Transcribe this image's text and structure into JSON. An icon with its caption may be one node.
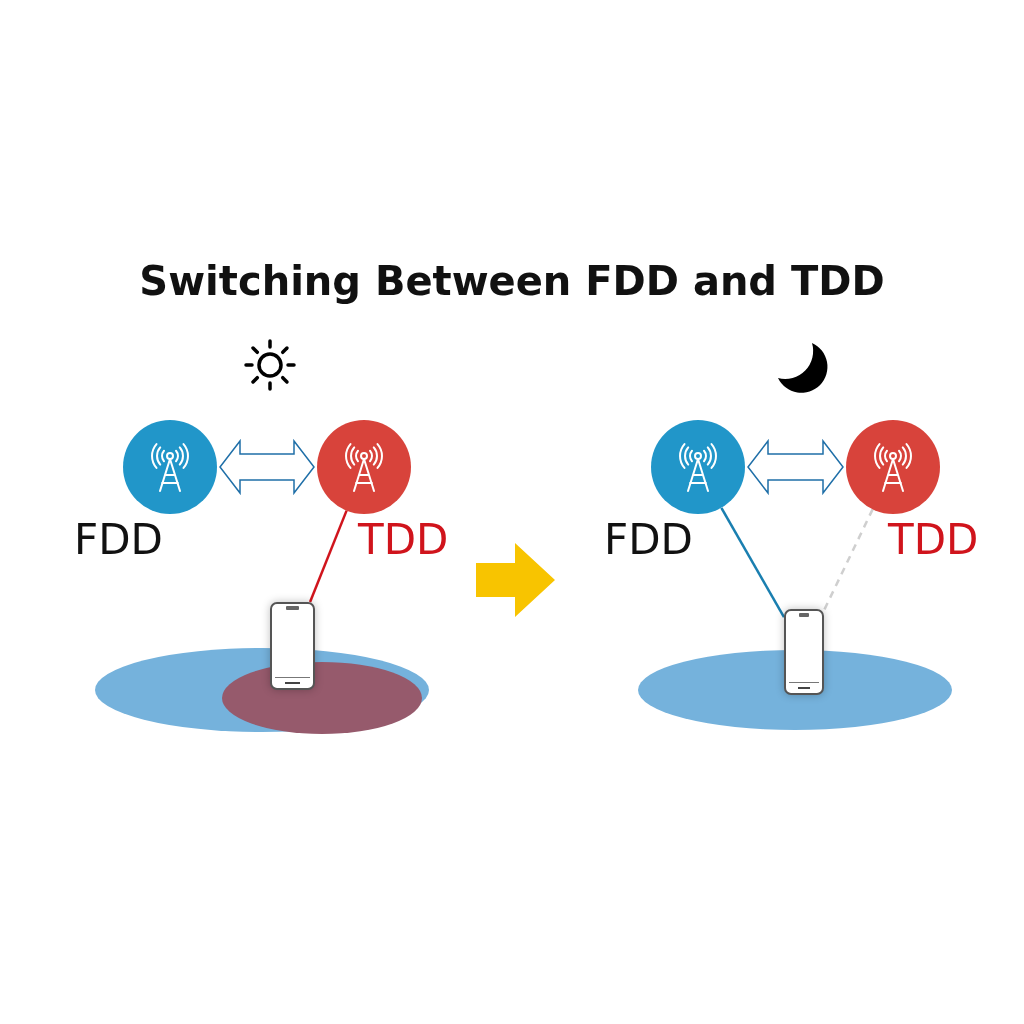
{
  "diagram": {
    "title": "Switching Between FDD and TDD",
    "nodes": [
      {
        "text": [],
        "shape": "circle",
        "beside": [
          "FDD"
        ]
      },
      {
        "text": [],
        "shape": "circle",
        "beside": [
          "TDD"
        ]
      },
      {
        "text": [],
        "shape": "phone"
      },
      {
        "text": [],
        "shape": "circle",
        "beside": [
          "FDD"
        ]
      },
      {
        "text": [],
        "shape": "circle",
        "beside": [
          "TDD"
        ]
      },
      {
        "text": [],
        "shape": "phone"
      },
      {
        "text": [],
        "shape": "ellipse"
      },
      {
        "text": [],
        "shape": "ellipse",
        "in": 6
      },
      {
        "text": [],
        "shape": "ellipse"
      }
    ],
    "edges": [
      {
        "from": 0,
        "to": 1,
        "arrow": "both"
      },
      {
        "from": 1,
        "to": 2,
        "arrow": "none",
        "color": "#d0141c"
      },
      {
        "from": 3,
        "to": 4,
        "arrow": "both"
      },
      {
        "from": 3,
        "to": 5,
        "arrow": "none",
        "color": "#1a7fb0"
      },
      {
        "from": 4,
        "to": 5,
        "arrow": "none",
        "style": "dashed",
        "color": "#cfcfcf"
      }
    ]
  }
}
